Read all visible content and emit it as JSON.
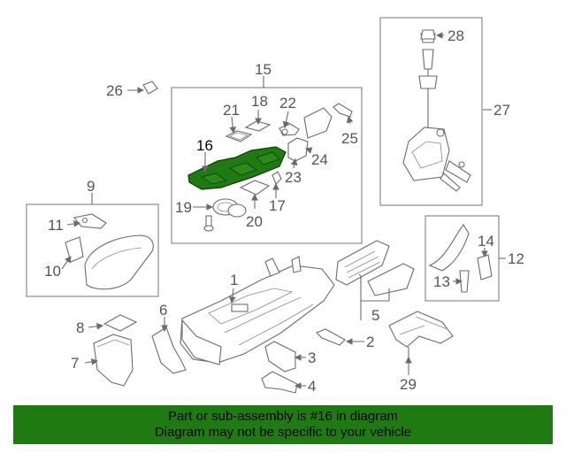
{
  "diagram": {
    "callouts": [
      "1",
      "2",
      "3",
      "4",
      "5",
      "6",
      "7",
      "8",
      "9",
      "10",
      "11",
      "12",
      "13",
      "14",
      "15",
      "16",
      "17",
      "18",
      "19",
      "20",
      "21",
      "22",
      "23",
      "24",
      "25",
      "26",
      "27",
      "28",
      "29"
    ],
    "highlighted_part": "16",
    "highlight_color": "#1f7a12",
    "accent_color": "#1f7a12"
  },
  "banner": {
    "line1": "Part or sub-assembly is #16 in diagram",
    "line2": "Diagram may not be specific to your vehicle"
  }
}
